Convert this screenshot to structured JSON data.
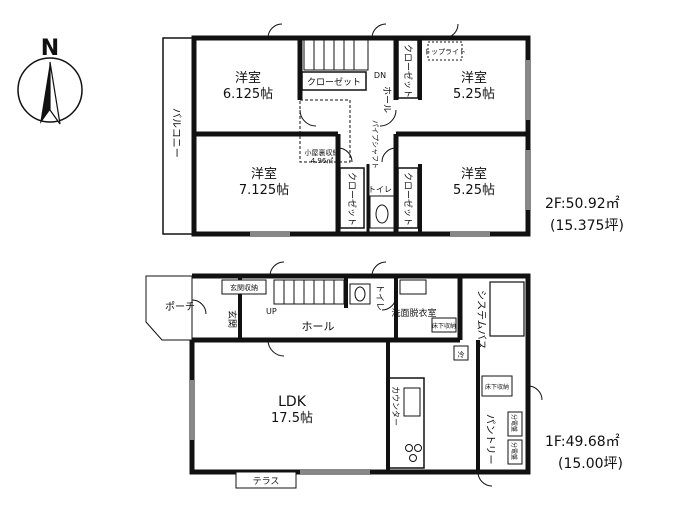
{
  "compass": {
    "label": "N"
  },
  "floor2": {
    "rooms": {
      "yoshitsu_a_name": "洋室",
      "yoshitsu_a_size": "6.125帖",
      "yoshitsu_b_name": "洋室",
      "yoshitsu_b_size": "5.25帖",
      "yoshitsu_c_name": "洋室",
      "yoshitsu_c_size": "7.125帖",
      "yoshitsu_d_name": "洋室",
      "yoshitsu_d_size": "5.25帖",
      "balcony": "バルコニー",
      "closet_h": "クローゼット",
      "closet_v1": "クローゼット",
      "closet_v2": "クローゼット",
      "closet_v3": "クローゼット",
      "hall": "ホール",
      "down": "DN",
      "pipe_space": "パイプシャフト",
      "toilet": "トイレ",
      "attic_storage": "小屋裏収納",
      "attic_size": "4.96㎡",
      "toplight": "トップライト"
    },
    "area_main": "2F:50.92㎡",
    "area_tsubo": "(15.375坪)"
  },
  "floor1": {
    "rooms": {
      "porch": "ポーチ",
      "entrance": "玄関",
      "shoe_storage": "玄関収納",
      "up": "UP",
      "hall": "ホール",
      "toilet": "トイレ",
      "washroom": "洗面脱衣室",
      "underfloor_storage_wash": "床下収納",
      "bath": "システムバス",
      "ldk": "LDK",
      "ldk_size": "17.5帖",
      "counter": "カウンター",
      "underfloor_storage_kitchen": "床下収納",
      "pantry": "パントリー",
      "terrace": "テラス",
      "smoke": "冷",
      "breaker1": "分電盤",
      "breaker2": "分電盤"
    },
    "area_main": "1F:49.68㎡",
    "area_tsubo": "(15.00坪)"
  }
}
